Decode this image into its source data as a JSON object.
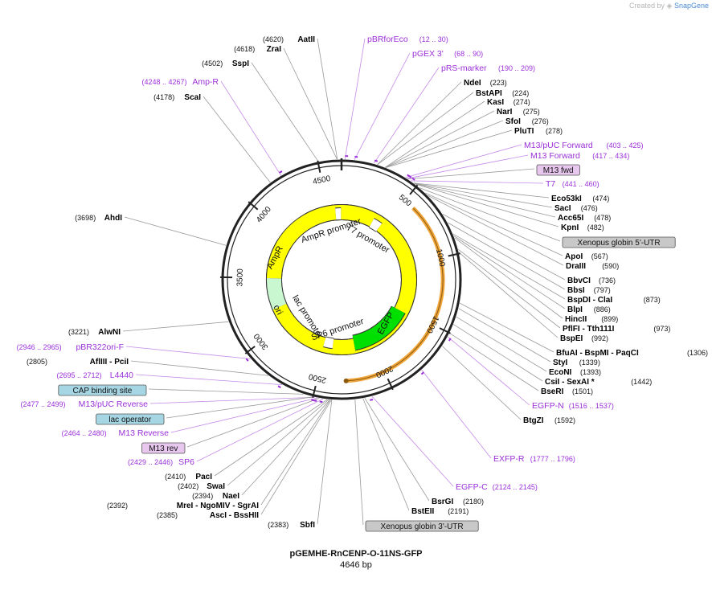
{
  "watermark": {
    "prefix": "Created by",
    "brand": "SnapGene"
  },
  "plasmid": {
    "name": "pGEMHE-RnCENP-O-11NS-GFP",
    "size_label": "4646 bp",
    "length": 4646
  },
  "colors": {
    "backbone": "#222222",
    "primer": "#9b30d9",
    "enzyme": "#000000",
    "line": "#888888",
    "ampr": "#c9f7cf",
    "ori": "#ffff00",
    "egfp": "#00e000",
    "orf": "#f0a53a",
    "promoter": "#ffffff",
    "box_grey": "#c8c8c8",
    "box_blue": "#a6d6e3",
    "box_purple": "#e8c7ef"
  },
  "tick_labels": [
    {
      "text": "500",
      "pos": 500
    },
    {
      "text": "1000",
      "pos": 1000
    },
    {
      "text": "1500",
      "pos": 1500
    },
    {
      "text": "2000",
      "pos": 2000
    },
    {
      "text": "2500",
      "pos": 2500
    },
    {
      "text": "3000",
      "pos": 3000
    },
    {
      "text": "3500",
      "pos": 3500
    },
    {
      "text": "4000",
      "pos": 4000
    },
    {
      "text": "4500",
      "pos": 4500
    }
  ],
  "features": [
    {
      "name": "AmpR",
      "label": "AmpR",
      "type": "ampr"
    },
    {
      "name": "AmpR promoter",
      "label": "AmpR promoter",
      "type": "promoter"
    },
    {
      "name": "T7 promoter",
      "label": "T7 promoter",
      "type": "promoter"
    },
    {
      "name": "ori",
      "label": "ori",
      "type": "ori"
    },
    {
      "name": "lac promoter",
      "label": "lac promoter",
      "type": "promoter"
    },
    {
      "name": "SP6 promoter",
      "label": "SP6 promoter",
      "type": "promoter"
    },
    {
      "name": "EGFP",
      "label": "EGFP",
      "type": "egfp"
    }
  ],
  "right_labels": [
    {
      "kind": "primer",
      "name": "pBRforEco",
      "pos": "(12 .. 30)"
    },
    {
      "kind": "primer",
      "name": "pGEX 3'",
      "pos": "(68 .. 90)"
    },
    {
      "kind": "primer",
      "name": "pRS-marker",
      "pos": "(190 .. 209)"
    },
    {
      "kind": "enzyme",
      "name": "NdeI",
      "pos": "(223)"
    },
    {
      "kind": "enzyme",
      "name": "BstAPI",
      "pos": "(224)"
    },
    {
      "kind": "enzyme",
      "name": "KasI",
      "pos": "(274)"
    },
    {
      "kind": "enzyme",
      "name": "NarI",
      "pos": "(275)"
    },
    {
      "kind": "enzyme",
      "name": "SfoI",
      "pos": "(276)"
    },
    {
      "kind": "enzyme",
      "name": "PluTI",
      "pos": "(278)"
    },
    {
      "kind": "primer",
      "name": "M13/pUC Forward",
      "pos": "(403 .. 425)"
    },
    {
      "kind": "primer",
      "name": "M13 Forward",
      "pos": "(417 .. 434)"
    },
    {
      "kind": "box_purple",
      "name": "M13 fwd",
      "pos": ""
    },
    {
      "kind": "primer",
      "name": "T7",
      "pos": "(441 .. 460)"
    },
    {
      "kind": "enzyme",
      "name": "Eco53kI",
      "pos": "(474)"
    },
    {
      "kind": "enzyme",
      "name": "SacI",
      "pos": "(476)"
    },
    {
      "kind": "enzyme",
      "name": "Acc65I",
      "pos": "(478)"
    },
    {
      "kind": "enzyme",
      "name": "KpnI",
      "pos": "(482)"
    },
    {
      "kind": "box_grey",
      "name": "Xenopus globin 5'-UTR",
      "pos": ""
    },
    {
      "kind": "enzyme",
      "name": "ApoI",
      "pos": "(567)"
    },
    {
      "kind": "enzyme",
      "name": "DraIII",
      "pos": "(590)"
    },
    {
      "kind": "enzyme",
      "name": "BbvCI",
      "pos": "(736)"
    },
    {
      "kind": "enzyme",
      "name": "BbsI",
      "pos": "(797)"
    },
    {
      "kind": "enzyme",
      "name": "BspDI  -  ClaI",
      "pos": "(873)"
    },
    {
      "kind": "enzyme",
      "name": "BlpI",
      "pos": "(886)"
    },
    {
      "kind": "enzyme",
      "name": "HincII",
      "pos": "(899)"
    },
    {
      "kind": "enzyme",
      "name": "PflFI  -  Tth111I",
      "pos": "(973)"
    },
    {
      "kind": "enzyme",
      "name": "BspEI",
      "pos": "(992)"
    },
    {
      "kind": "enzyme",
      "name": "BfuAI  -  BspMI  -  PaqCI",
      "pos": "(1306)"
    },
    {
      "kind": "enzyme",
      "name": "StyI",
      "pos": "(1339)"
    },
    {
      "kind": "enzyme",
      "name": "EcoNI",
      "pos": "(1393)"
    },
    {
      "kind": "enzyme",
      "name": "CsiI  -  SexAI *",
      "pos": "(1442)"
    },
    {
      "kind": "enzyme",
      "name": "BseRI",
      "pos": "(1501)"
    },
    {
      "kind": "primer",
      "name": "EGFP-N",
      "pos": "(1516 .. 1537)"
    },
    {
      "kind": "enzyme",
      "name": "BtgZI",
      "pos": "(1592)"
    },
    {
      "kind": "primer",
      "name": "EXFP-R",
      "pos": "(1777 .. 1796)"
    },
    {
      "kind": "primer",
      "name": "EGFP-C",
      "pos": "(2124 .. 2145)"
    },
    {
      "kind": "enzyme",
      "name": "BsrGI",
      "pos": "(2180)"
    },
    {
      "kind": "enzyme",
      "name": "BstEII",
      "pos": "(2191)"
    },
    {
      "kind": "box_grey",
      "name": "Xenopus globin 3'-UTR",
      "pos": ""
    }
  ],
  "left_labels": [
    {
      "kind": "enzyme",
      "name": "AatII",
      "pos": "(4620)"
    },
    {
      "kind": "enzyme",
      "name": "ZraI",
      "pos": "(4618)"
    },
    {
      "kind": "enzyme",
      "name": "SspI",
      "pos": "(4502)"
    },
    {
      "kind": "primer",
      "name": "Amp-R",
      "pos": "(4248 .. 4267)"
    },
    {
      "kind": "enzyme",
      "name": "ScaI",
      "pos": "(4178)"
    },
    {
      "kind": "enzyme",
      "name": "AhdI",
      "pos": "(3698)"
    },
    {
      "kind": "enzyme",
      "name": "AlwNI",
      "pos": "(3221)"
    },
    {
      "kind": "primer",
      "name": "pBR322ori-F",
      "pos": "(2946 .. 2965)"
    },
    {
      "kind": "enzyme",
      "name": "AflIII  -  PciI",
      "pos": "(2805)"
    },
    {
      "kind": "primer",
      "name": "L4440",
      "pos": "(2695 .. 2712)"
    },
    {
      "kind": "box_blue",
      "name": "CAP binding site",
      "pos": ""
    },
    {
      "kind": "primer",
      "name": "M13/pUC Reverse",
      "pos": "(2477 .. 2499)"
    },
    {
      "kind": "box_blue",
      "name": "lac operator",
      "pos": ""
    },
    {
      "kind": "primer",
      "name": "M13 Reverse",
      "pos": "(2464 .. 2480)"
    },
    {
      "kind": "box_purple",
      "name": "M13 rev",
      "pos": ""
    },
    {
      "kind": "primer",
      "name": "SP6",
      "pos": "(2429 .. 2446)"
    },
    {
      "kind": "enzyme",
      "name": "PacI",
      "pos": "(2410)"
    },
    {
      "kind": "enzyme",
      "name": "SwaI",
      "pos": "(2402)"
    },
    {
      "kind": "enzyme",
      "name": "NaeI",
      "pos": "(2394)"
    },
    {
      "kind": "enzyme",
      "name": "MreI  -  NgoMIV  -  SgrAI",
      "pos": "(2392)"
    },
    {
      "kind": "enzyme",
      "name": "AscI  -  BssHII",
      "pos": "(2385)"
    },
    {
      "kind": "enzyme",
      "name": "SbfI",
      "pos": "(2383)"
    }
  ]
}
